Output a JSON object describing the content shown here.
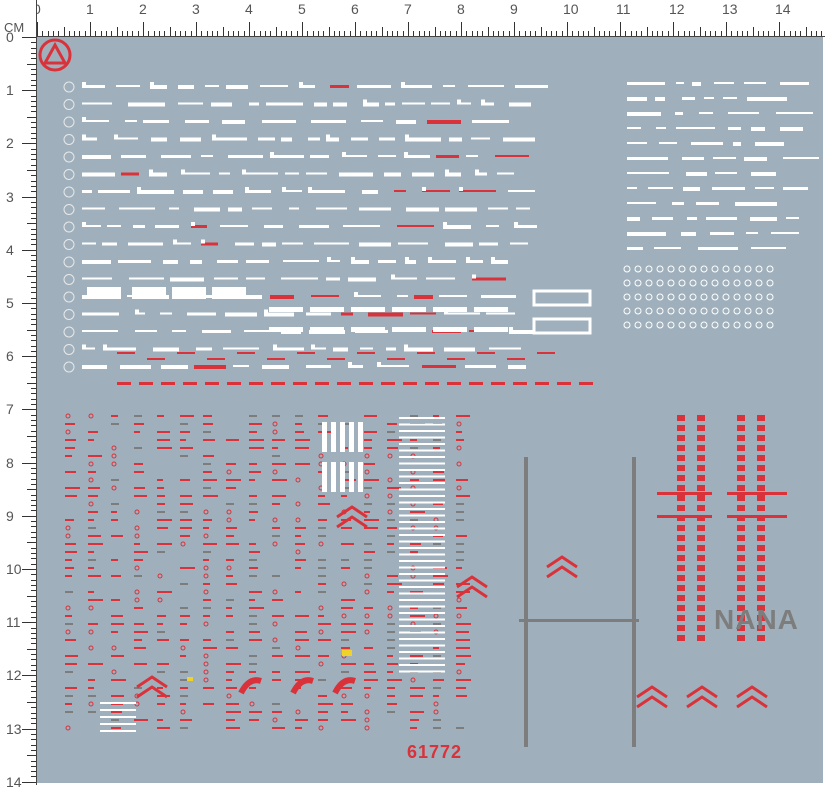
{
  "ruler": {
    "unit": "CM",
    "top_labels": [
      "0",
      "1",
      "2",
      "3",
      "4",
      "5",
      "6",
      "7",
      "8",
      "9",
      "10",
      "11",
      "12",
      "13",
      "14"
    ],
    "left_labels": [
      "0",
      "1",
      "2",
      "3",
      "4",
      "5",
      "6",
      "7",
      "8",
      "9",
      "10",
      "11",
      "12",
      "13",
      "14"
    ]
  },
  "sheet": {
    "number": "61772",
    "brand_word": "NANA",
    "colors": {
      "background": "#9fb0bc",
      "accent_red": "#d9323a",
      "white": "#ffffff",
      "grey": "#7d7d7d"
    }
  }
}
